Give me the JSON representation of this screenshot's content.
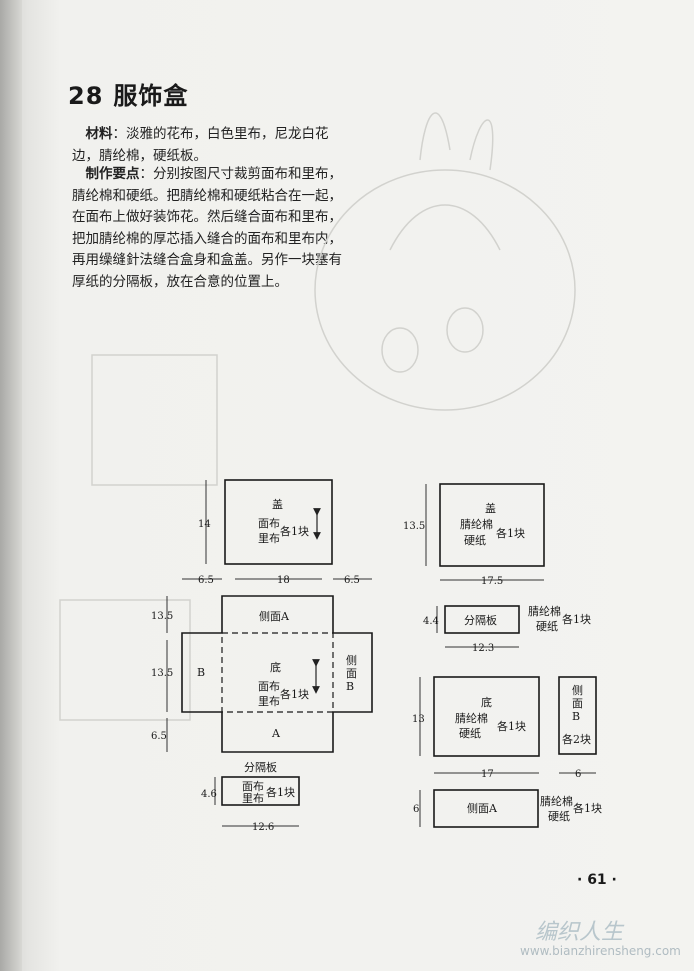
{
  "header": {
    "number": "28",
    "title": "服饰盒"
  },
  "materials": {
    "label": "材料",
    "text": "：淡雅的花布，白色里布，尼龙白花边，腈纶棉，硬纸板。"
  },
  "method": {
    "label": "制作要点",
    "text": "：分别按图尺寸裁剪面布和里布，腈纶棉和硬纸。把腈纶棉和硬纸粘合在一起，在面布上做好装饰花。然后缝合面布和里布，把加腈纶棉的厚芯插入缝合的面布和里布内，再用缲缝針法缝合盒身和盒盖。另作一块塞有厚纸的分隔板，放在合意的位置上。"
  },
  "diagram_left": {
    "lid": {
      "name": "盖",
      "layer1": "面布",
      "layer2": "里布",
      "qty": "各1块",
      "height": "14",
      "side": "6.5",
      "width": "18"
    },
    "body": {
      "side_a_top": "侧面A",
      "bottom": "底",
      "side_b_left": "B",
      "side_b_right_1": "侧",
      "side_b_right_2": "面",
      "side_b_right_3": "B",
      "layer1": "面布",
      "layer2": "里布",
      "qty": "各1块",
      "a_bottom": "A",
      "h1": "13.5",
      "h2": "13.5",
      "h3": "6.5"
    },
    "divider": {
      "title": "分隔板",
      "layer1": "面布",
      "layer2": "里布",
      "qty": "各1块",
      "height": "4.6",
      "width": "12.6"
    }
  },
  "diagram_right": {
    "lid": {
      "name": "盖",
      "mat1": "腈纶棉",
      "mat2": "硬纸",
      "qty": "各1块",
      "height": "13.5",
      "width": "17.5"
    },
    "divider": {
      "name": "分隔板",
      "height": "4.4",
      "width": "12.3",
      "mat1": "腈纶棉",
      "mat2": "硬纸",
      "qty": "各1块"
    },
    "bottom": {
      "name": "底",
      "mat1": "腈纶棉",
      "mat2": "硬纸",
      "qty": "各1块",
      "height": "13",
      "width": "17"
    },
    "side_b": {
      "l1": "侧",
      "l2": "面",
      "l3": "B",
      "qty": "各2块",
      "width": "6"
    },
    "side_a": {
      "name": "侧面A",
      "height": "6",
      "mat1": "腈纶棉",
      "mat2": "硬纸",
      "qty": "各1块"
    }
  },
  "page_number": "· 61 ·",
  "watermark": {
    "brand": "编织人生",
    "url": "www.bianzhirensheng.com"
  }
}
